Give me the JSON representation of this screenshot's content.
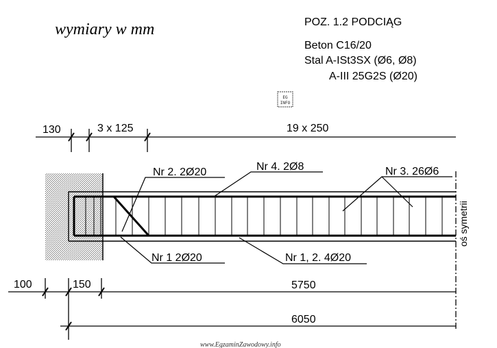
{
  "header": {
    "units_note": "wymiary w mm",
    "position_title": "POZ. 1.2  PODCIĄG",
    "concrete": "Beton C16/20",
    "steel_line1": "Stal A-ISt3SX (Ø6, Ø8)",
    "steel_line2": "A-III 25G2S (Ø20)"
  },
  "stamp": {
    "text": "EG INFO"
  },
  "dimensions": {
    "top": {
      "d1": "130",
      "d2": "3 x 125",
      "d3": "19 x 250"
    },
    "bottom": {
      "d1": "100",
      "d2": "150",
      "d3": "5750",
      "d4": "6050"
    }
  },
  "labels": {
    "nr2": "Nr 2.  2Ø20",
    "nr4": "Nr 4.  2Ø8",
    "nr3": "Nr 3.  26Ø6",
    "nr1": "Nr 1  2Ø20",
    "nr12": "Nr 1, 2.  4Ø20",
    "symmetry_axis": "oś symetrii"
  },
  "footer": {
    "watermark": "www.EgzaminZawodowy.info"
  }
}
